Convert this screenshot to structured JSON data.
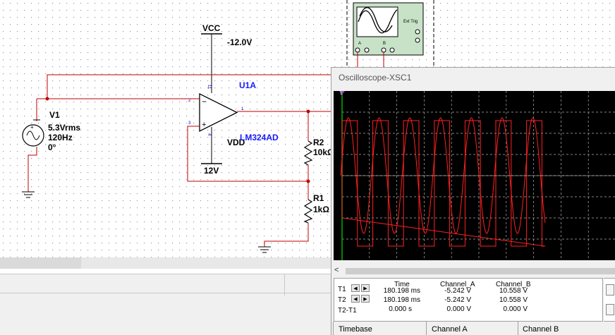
{
  "schematic": {
    "vcc": {
      "label": "VCC",
      "value": "-12.0V"
    },
    "vdd": {
      "label": "VDD",
      "value": "12V"
    },
    "opamp": {
      "ref": "U1A",
      "part": "LM324AD",
      "pin_top": "11",
      "pin_bottom": "4",
      "pin_inv": "2",
      "pin_noninv": "3",
      "pin_out": "1"
    },
    "source": {
      "ref": "V1",
      "amplitude": "5.3Vrms",
      "frequency": "120Hz",
      "phase": "0°"
    },
    "r2": {
      "ref": "R2",
      "value": "10kΩ"
    },
    "r1": {
      "ref": "R1",
      "value": "1kΩ"
    },
    "scope_icon": {
      "ext_trig": "Ext Trig",
      "ch_a": "A",
      "ch_b": "B"
    }
  },
  "oscilloscope": {
    "title": "Oscilloscope-XSC1",
    "scroll_left": "<",
    "headers": {
      "time": "Time",
      "ch_a": "Channel_A",
      "ch_b": "Channel_B"
    },
    "rows": [
      {
        "label": "T1",
        "time": "180.198 ms",
        "ch_a": "-5.242 V",
        "ch_b": "10.558 V"
      },
      {
        "label": "T2",
        "time": "180.198 ms",
        "ch_a": "-5.242 V",
        "ch_b": "10.558 V"
      },
      {
        "label": "T2-T1",
        "time": "0.000 s",
        "ch_a": "0.000 V",
        "ch_b": "0.000 V"
      }
    ],
    "tabs": {
      "timebase": "Timebase",
      "channel_a": "Channel A",
      "channel_b": "Channel B"
    },
    "trace_color": "#ff2020",
    "grid_color": "#b0b0b0"
  }
}
